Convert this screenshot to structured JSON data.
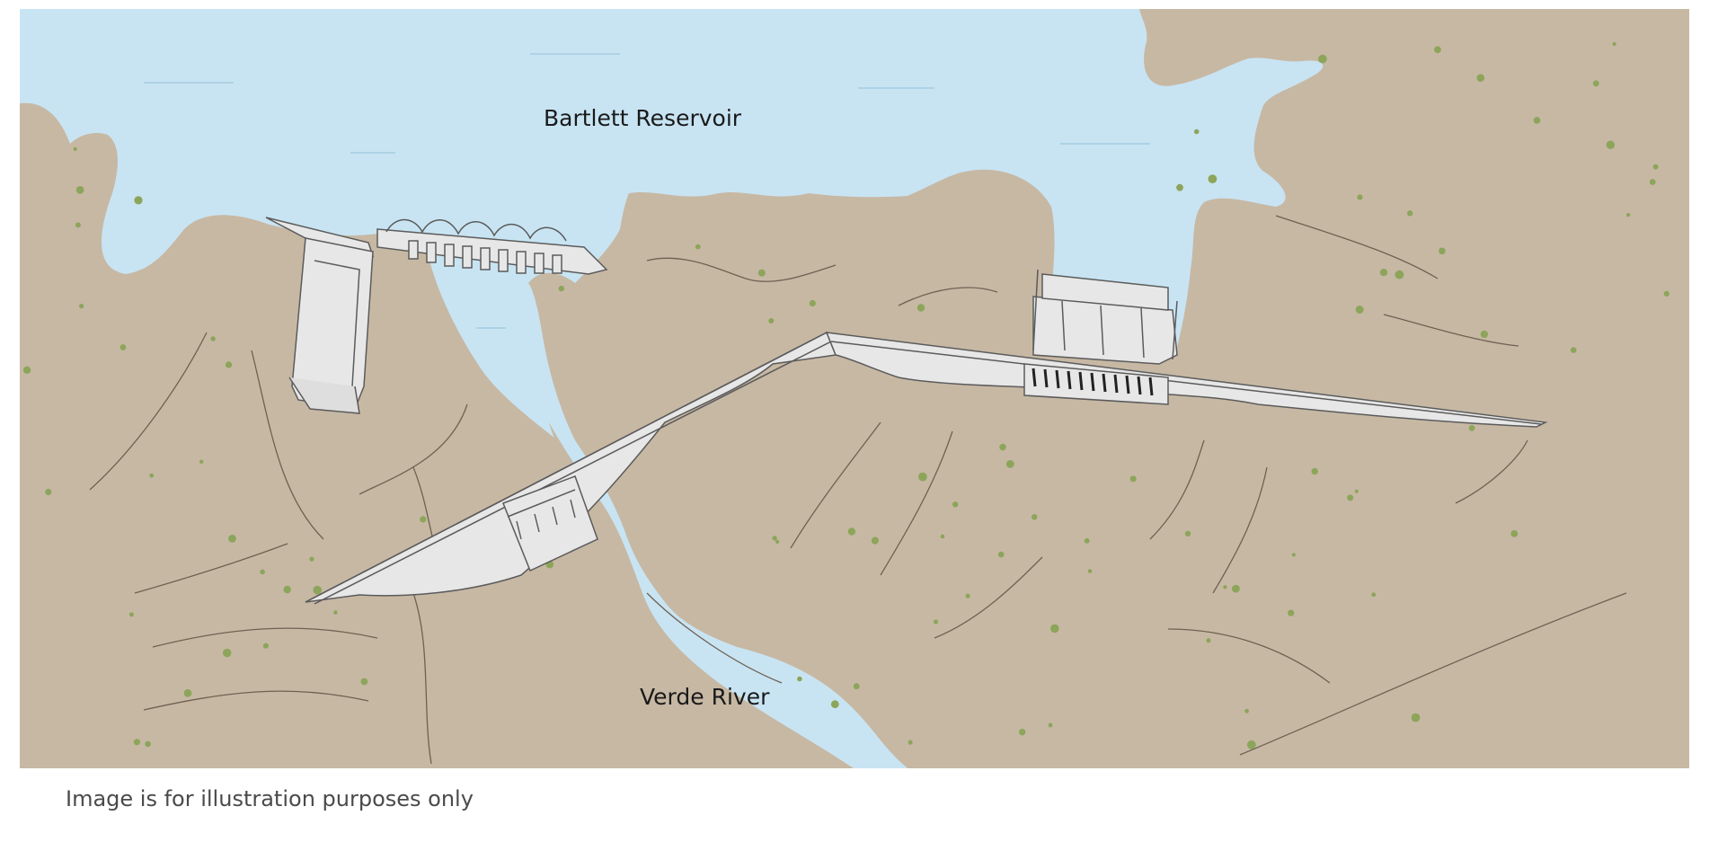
{
  "labels": {
    "reservoir": "Bartlett Reservoir",
    "river": "Verde River"
  },
  "caption": "Image is for illustration purposes only",
  "colors": {
    "water": "#c8e4f3",
    "land": "#c7b8a4",
    "concrete": "#e7e7e7",
    "outline": "#5b5b5b",
    "shrub": "#8ca55a",
    "contour": "#6f6152"
  },
  "icons": [
    "shrub-icon"
  ]
}
